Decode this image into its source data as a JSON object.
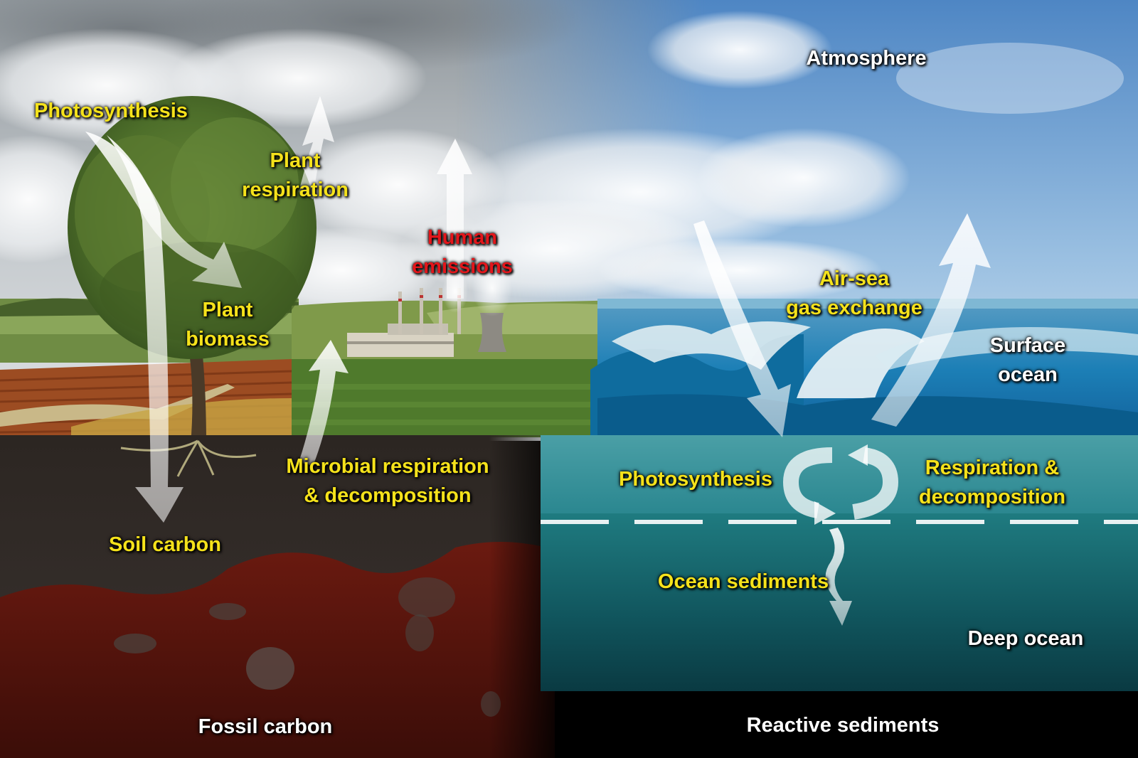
{
  "colors": {
    "flux_label": "#f5e21b",
    "reservoir_label": "#ffffff",
    "human_label": "#e3161b"
  },
  "land": {
    "photosynthesis": "Photosynthesis",
    "plant_respiration": [
      "Plant",
      "respiration"
    ],
    "plant_biomass": [
      "Plant",
      "biomass"
    ],
    "human_emissions": [
      "Human",
      "emissions"
    ],
    "microbial_respiration": [
      "Microbial respiration",
      "& decomposition"
    ],
    "soil_carbon": "Soil carbon",
    "fossil_carbon": "Fossil carbon"
  },
  "ocean": {
    "atmosphere": "Atmosphere",
    "air_sea_exchange": [
      "Air-sea",
      "gas exchange"
    ],
    "surface_ocean": [
      "Surface",
      "ocean"
    ],
    "photosynthesis": "Photosynthesis",
    "respiration_decomposition": [
      "Respiration &",
      "decomposition"
    ],
    "ocean_sediments": "Ocean sediments",
    "deep_ocean": "Deep ocean",
    "reactive_sediments": "Reactive sediments"
  }
}
